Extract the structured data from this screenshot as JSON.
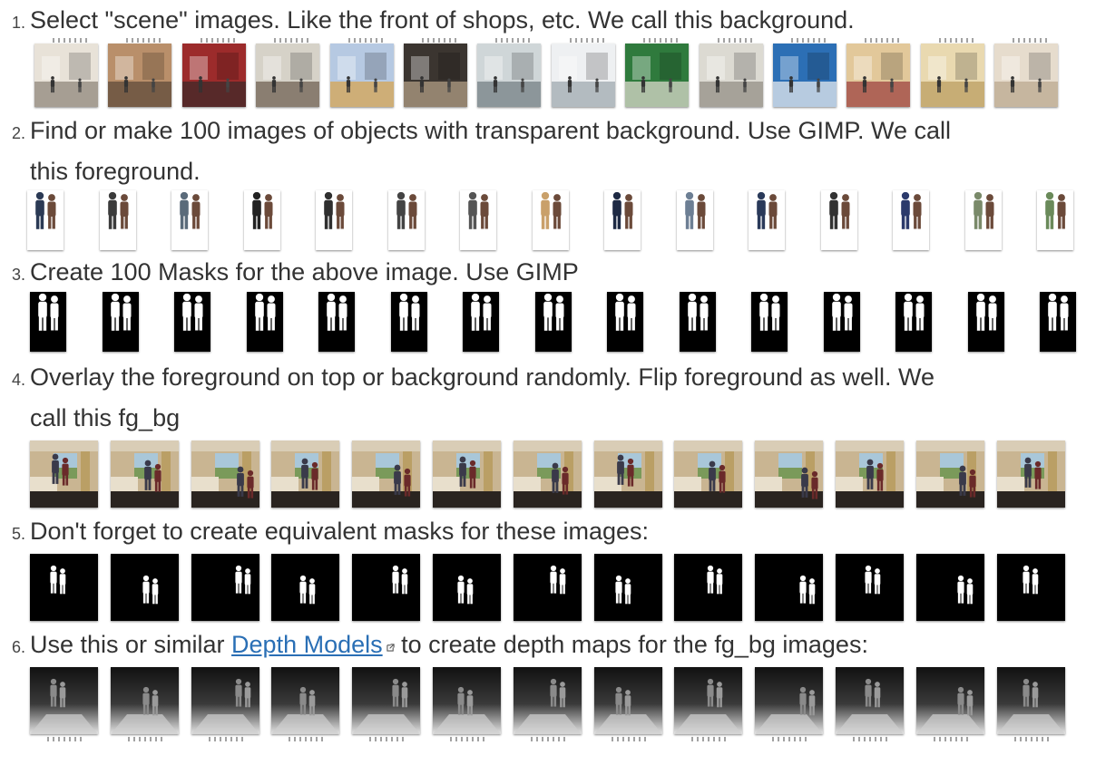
{
  "steps": [
    {
      "number": "1.",
      "text": "Select \"scene\" images. Like the front of shops, etc.  We call this background."
    },
    {
      "number": "2.",
      "text_line1": "Find or make 100 images of objects with transparent background. Use GIMP. We call",
      "text_line2": "this foreground."
    },
    {
      "number": "3.",
      "text": "Create 100 Masks for the above image. Use GIMP"
    },
    {
      "number": "4.",
      "text_line1": "Overlay the foreground on top or background randomly. Flip foreground as well. We",
      "text_line2": "call this fg_bg"
    },
    {
      "number": "5.",
      "text": "Don't forget to create equivalent masks for these images:"
    },
    {
      "number": "6.",
      "text_before": "Use this or similar ",
      "link_text": "Depth Models",
      "text_after": " to create depth maps for the fg_bg images:"
    }
  ],
  "icons": {
    "external_link": "external-link-icon"
  },
  "colors": {
    "link": "#2a6fb5",
    "text": "#333333",
    "mask_black": "#000000",
    "room_wall": "#c9b592"
  },
  "rows": {
    "backgrounds": 14,
    "foregrounds": 15,
    "masks": 15,
    "fg_bg": 13,
    "fg_bg_masks": 13,
    "depth_maps": 13
  }
}
